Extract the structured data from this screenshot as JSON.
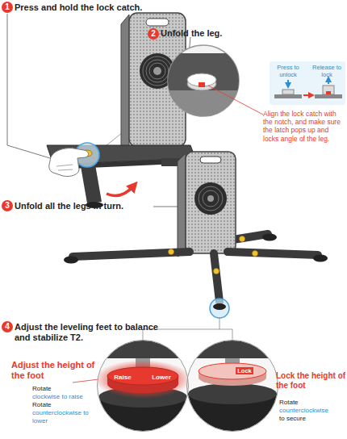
{
  "diagram": {
    "nodes": [
      {
        "text": [
          "1"
        ]
      },
      {
        "text": [
          "2"
        ]
      },
      {
        "text": [
          "3"
        ]
      },
      {
        "text": [
          "4"
        ]
      },
      {
        "text": [
          "Raise",
          "Lower"
        ]
      },
      {
        "text": [
          "Lock"
        ]
      }
    ],
    "labels": [
      "Press and hold the lock catch.",
      "Unfold the leg.",
      "Press to unlock",
      "Release to lock",
      "Align the lock catch with the notch, and make sure the latch pops up and locks angle of the leg.",
      "Unfold all the legs in turn.",
      "Adjust the leveling feet to balance and stabilize T2.",
      "Adjust the height of the foot",
      "Rotate",
      "clockwise to raise",
      "Rotate",
      "counterclockwise to lower",
      "Lock the height of the foot",
      "Rotate",
      "counterclockwise",
      "to secure"
    ]
  }
}
